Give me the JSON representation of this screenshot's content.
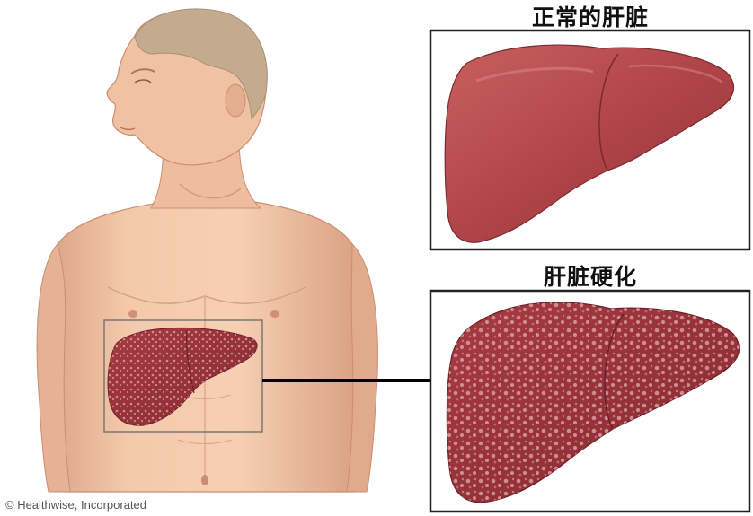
{
  "panels": {
    "normal_title": "正常的肝脏",
    "cirrhosis_title": "肝脏硬化"
  },
  "credit": "© Healthwise, Incorporated",
  "colors": {
    "skin": "#f2c4a4",
    "skin_shadow": "#dba284",
    "hair": "#c2a98e",
    "liver_normal": "#b24a4c",
    "liver_cirrhosis": "#9a3038",
    "nodule": "#d9a0a0",
    "frame": "#222222"
  }
}
